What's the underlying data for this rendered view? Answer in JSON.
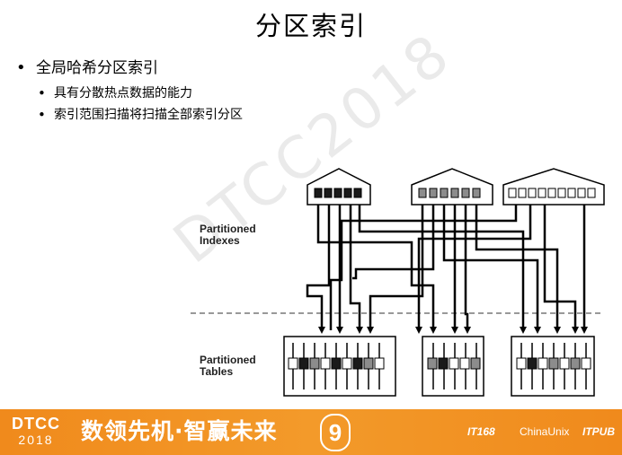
{
  "title": "分区索引",
  "bullets": {
    "main": "全局哈希分区索引",
    "subs": [
      "具有分散热点数据的能力",
      "索引范围扫描将扫描全部索引分区"
    ]
  },
  "diagram": {
    "label_indexes": [
      "Partitioned",
      "Indexes"
    ],
    "label_tables": [
      "Partitioned",
      "Tables"
    ],
    "colors": {
      "dark": "#1a1a1a",
      "gray": "#8c8c8c",
      "white": "#ffffff",
      "line": "#000000"
    }
  },
  "watermark": "DTCC2018",
  "footer": {
    "logo_top": "DTCC",
    "logo_year": "2018",
    "slogan": "数领先机·智赢未来",
    "edition": "9",
    "sponsors": [
      "IT168",
      "ChinaUnix",
      "ITPUB"
    ],
    "colors": {
      "bar": "#f08a1c"
    }
  }
}
